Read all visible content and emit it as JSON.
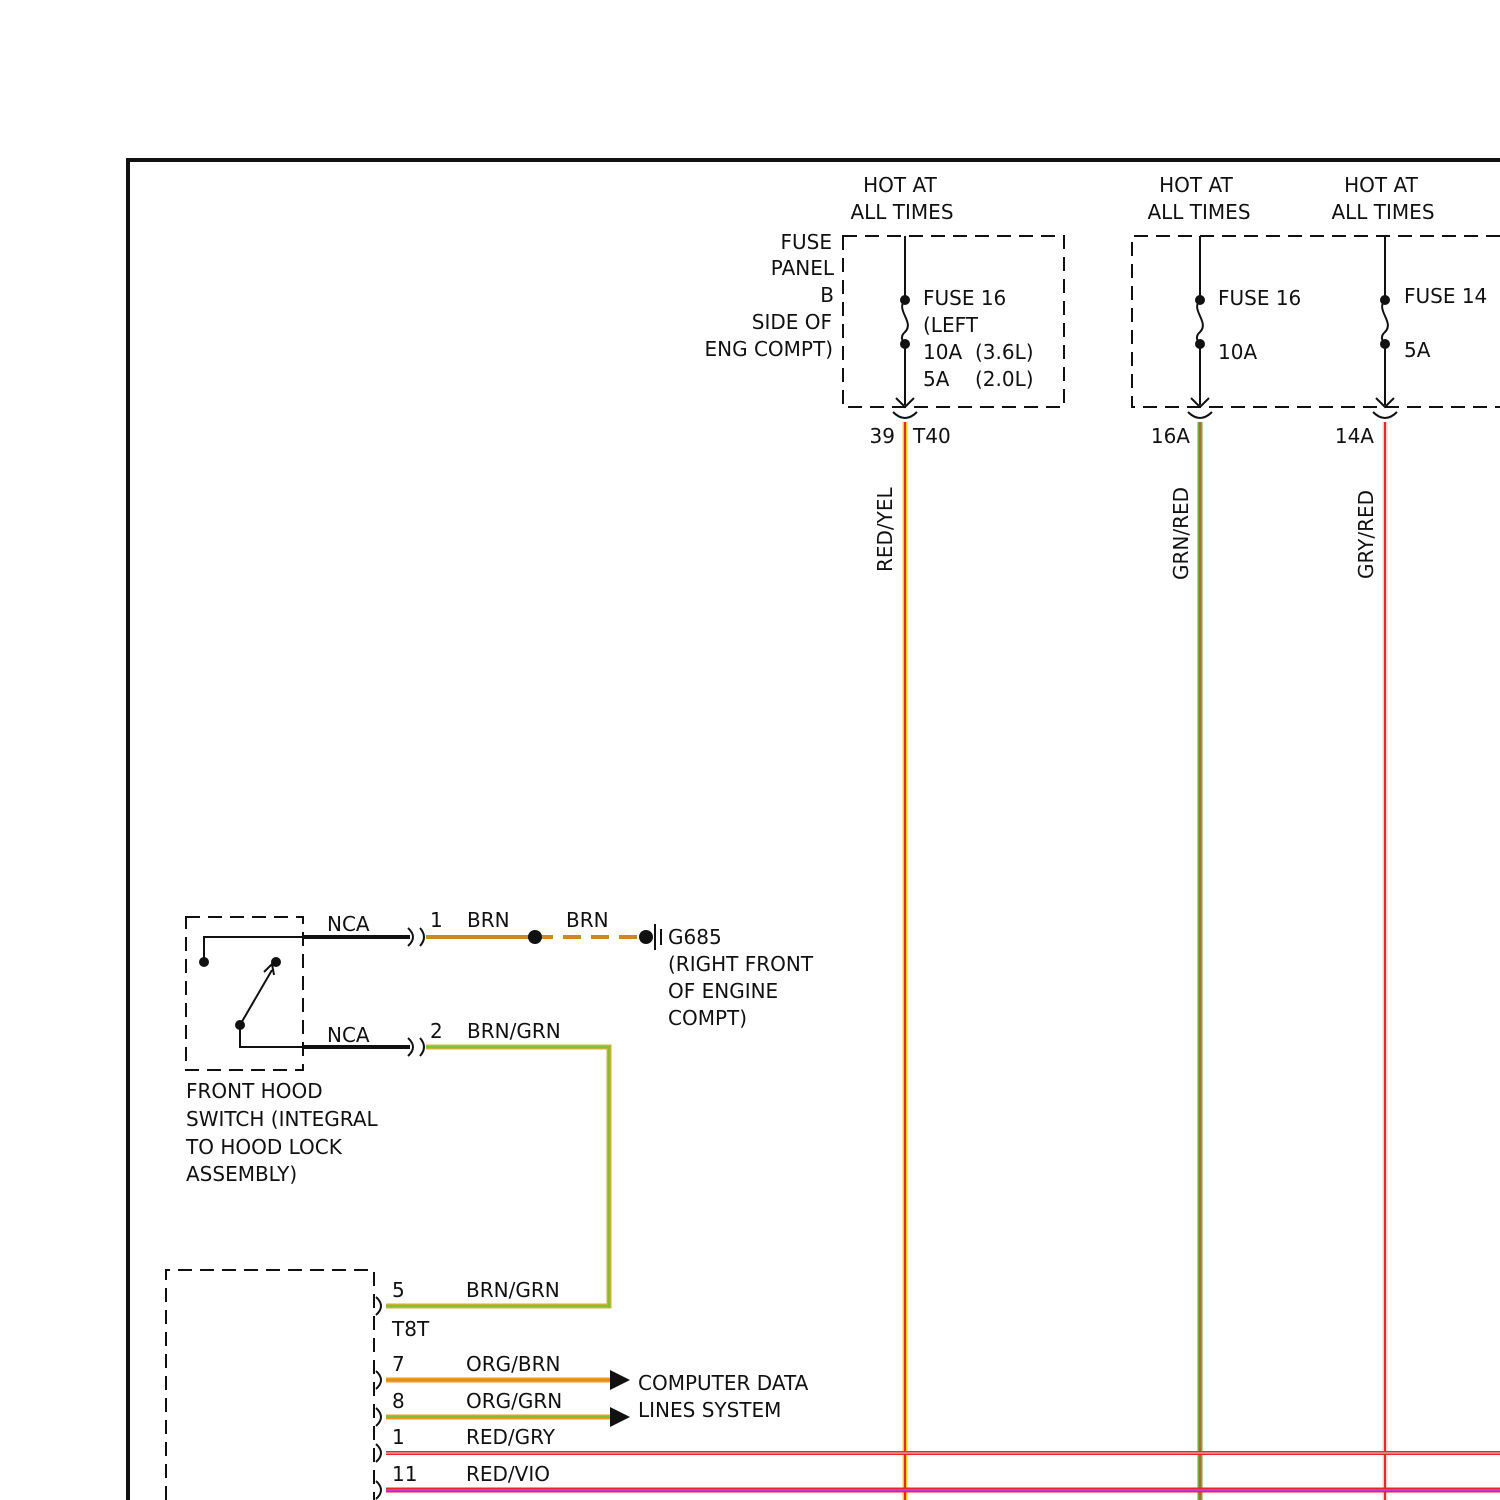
{
  "colors": {
    "frame": "#111111",
    "red": "#e8262b",
    "yellow": "#f2d21c",
    "green": "#6cae3c",
    "gray": "#c9c9c9",
    "brown": "#c98a1e",
    "orange": "#f39a1b",
    "violet": "#c03ae0"
  },
  "power": {
    "hot1": [
      "HOT AT",
      "ALL TIMES"
    ],
    "hot2": [
      "HOT AT",
      "ALL TIMES"
    ],
    "hot3": [
      "HOT AT",
      "ALL TIMES"
    ],
    "fuse_panel_b": [
      "FUSE",
      "PANEL",
      "B",
      "SIDE OF",
      "ENG COMPT)"
    ],
    "fuse_a": [
      "FUSE 16",
      "(LEFT",
      "10A",
      "5A"
    ],
    "fuse_a_engines": [
      "(3.6L)",
      "(2.0L)"
    ],
    "fuse_b": [
      "FUSE 16",
      "10A"
    ],
    "fuse_c": [
      "FUSE 14",
      "5A"
    ]
  },
  "wires": {
    "w1_pin": "39",
    "w1_conn": "T40",
    "w1_color": "RED/YEL",
    "w2_pin": "16A",
    "w2_color": "GRN/RED",
    "w3_pin": "14A",
    "w3_color": "GRY/RED"
  },
  "hood_switch": {
    "wire1_label": "NCA",
    "wire2_label": "NCA",
    "pin1": "1",
    "pin1_color": "BRN",
    "pin1_color2": "BRN",
    "pin2": "2",
    "pin2_color": "BRN/GRN",
    "ground_id": "G685",
    "ground_desc": [
      "(RIGHT FRONT",
      "OF ENGINE",
      "COMPT)"
    ],
    "name": [
      "FRONT HOOD",
      "SWITCH (INTEGRAL",
      "TO HOOD LOCK",
      "ASSEMBLY)"
    ]
  },
  "module": {
    "conn": "T8T",
    "pins": [
      {
        "pin": "5",
        "color": "BRN/GRN"
      },
      {
        "pin": "7",
        "color": "ORG/BRN"
      },
      {
        "pin": "8",
        "color": "ORG/GRN"
      },
      {
        "pin": "1",
        "color": "RED/GRY"
      },
      {
        "pin": "11",
        "color": "RED/VIO"
      }
    ],
    "data_lines": [
      "COMPUTER DATA",
      "LINES SYSTEM"
    ]
  }
}
